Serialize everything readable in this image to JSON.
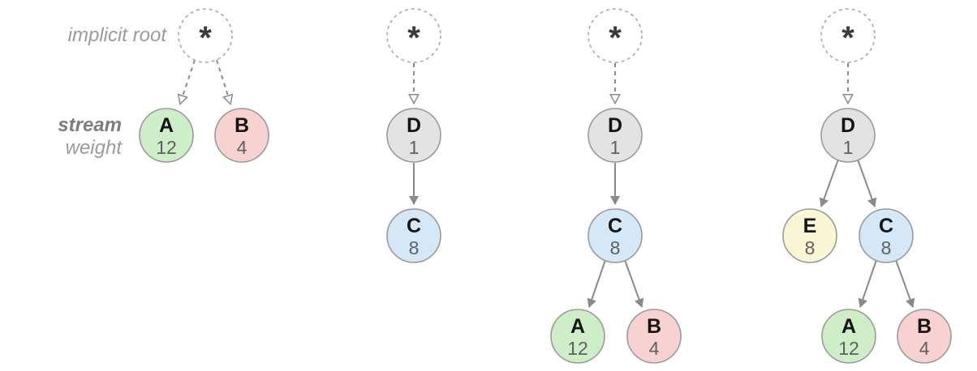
{
  "labels": {
    "implicit_root": "implicit root",
    "stream": "stream",
    "weight": "weight"
  },
  "colors": {
    "green": "#cdeec6",
    "pink": "#f7d2d1",
    "gray": "#e3e3e3",
    "blue": "#d4e8f8",
    "yellow": "#fbf7d4",
    "edge": "#8a8a8a"
  },
  "trees": [
    {
      "name": "two-streams-under-root",
      "root": {
        "symbol": "*"
      },
      "nodes": [
        {
          "label": "A",
          "weight": "12",
          "color": "green"
        },
        {
          "label": "B",
          "weight": "4",
          "color": "pink"
        }
      ],
      "edges": [
        {
          "from": "root",
          "to": "A",
          "style": "dashed"
        },
        {
          "from": "root",
          "to": "B",
          "style": "dashed"
        }
      ]
    },
    {
      "name": "chain-root-d-c",
      "root": {
        "symbol": "*"
      },
      "nodes": [
        {
          "label": "D",
          "weight": "1",
          "color": "gray"
        },
        {
          "label": "C",
          "weight": "8",
          "color": "blue"
        }
      ],
      "edges": [
        {
          "from": "root",
          "to": "D",
          "style": "dashed"
        },
        {
          "from": "D",
          "to": "C",
          "style": "solid"
        }
      ]
    },
    {
      "name": "chain-root-d-c-with-ab",
      "root": {
        "symbol": "*"
      },
      "nodes": [
        {
          "label": "D",
          "weight": "1",
          "color": "gray"
        },
        {
          "label": "C",
          "weight": "8",
          "color": "blue"
        },
        {
          "label": "A",
          "weight": "12",
          "color": "green"
        },
        {
          "label": "B",
          "weight": "4",
          "color": "pink"
        }
      ],
      "edges": [
        {
          "from": "root",
          "to": "D",
          "style": "dashed"
        },
        {
          "from": "D",
          "to": "C",
          "style": "solid"
        },
        {
          "from": "C",
          "to": "A",
          "style": "solid"
        },
        {
          "from": "C",
          "to": "B",
          "style": "solid"
        }
      ]
    },
    {
      "name": "root-d-with-e-c-and-ab",
      "root": {
        "symbol": "*"
      },
      "nodes": [
        {
          "label": "D",
          "weight": "1",
          "color": "gray"
        },
        {
          "label": "E",
          "weight": "8",
          "color": "yellow"
        },
        {
          "label": "C",
          "weight": "8",
          "color": "blue"
        },
        {
          "label": "A",
          "weight": "12",
          "color": "green"
        },
        {
          "label": "B",
          "weight": "4",
          "color": "pink"
        }
      ],
      "edges": [
        {
          "from": "root",
          "to": "D",
          "style": "dashed"
        },
        {
          "from": "D",
          "to": "E",
          "style": "solid"
        },
        {
          "from": "D",
          "to": "C",
          "style": "solid"
        },
        {
          "from": "C",
          "to": "A",
          "style": "solid"
        },
        {
          "from": "C",
          "to": "B",
          "style": "solid"
        }
      ]
    }
  ]
}
